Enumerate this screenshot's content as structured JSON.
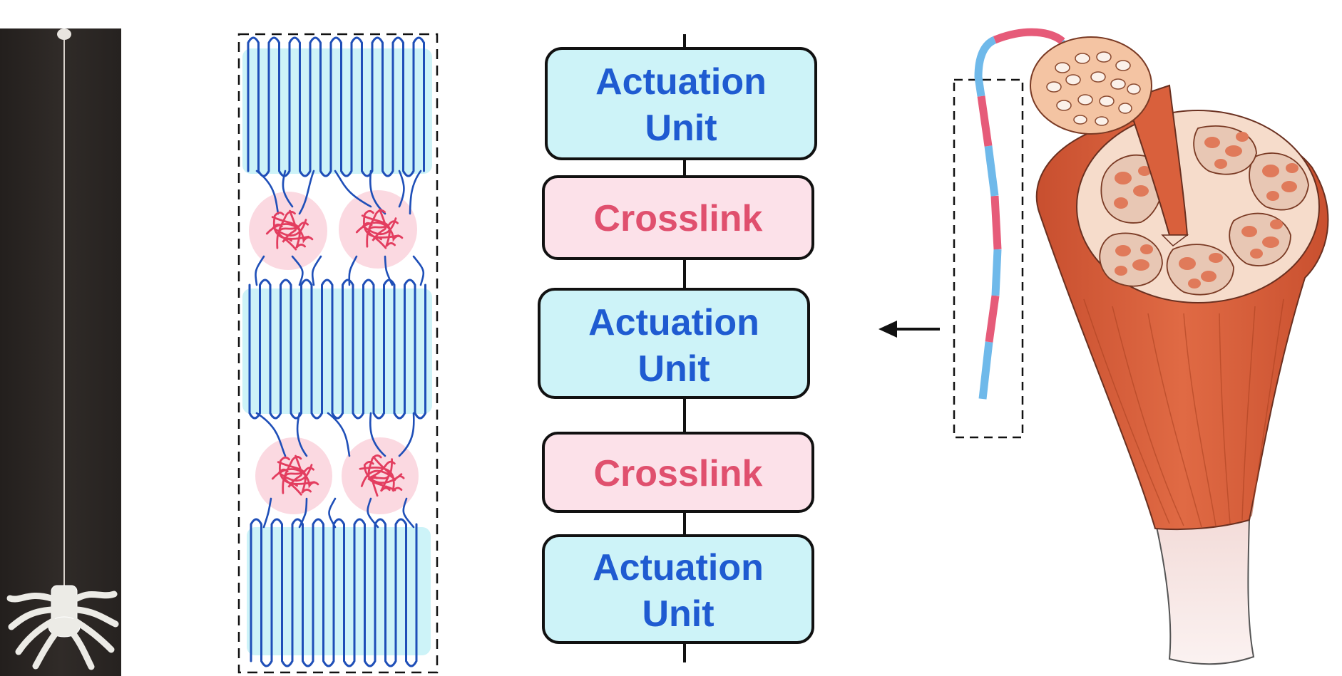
{
  "chain": {
    "units": [
      {
        "kind": "actuation",
        "line1": "Actuation",
        "line2": "Unit"
      },
      {
        "kind": "crosslink",
        "line1": "Crosslink"
      },
      {
        "kind": "actuation",
        "line1": "Actuation",
        "line2": "Unit"
      },
      {
        "kind": "crosslink",
        "line1": "Crosslink"
      },
      {
        "kind": "actuation",
        "line1": "Actuation",
        "line2": "Unit"
      }
    ]
  },
  "colors": {
    "actuation_fill": "#cdf3f8",
    "actuation_text": "#1f5bd1",
    "crosslink_fill": "#fce1e9",
    "crosslink_text": "#e0506e",
    "fiber_blue": "#6fb9ea",
    "fiber_red": "#e65b79",
    "strand_blue": "#1f4fb8",
    "strand_red": "#e33d5f",
    "muscle_orange": "#d9603c",
    "photo_bg": "#2b2725"
  },
  "icons": [
    "left-arrow-icon",
    "spider-robot-icon",
    "muscle-bundle-icon"
  ]
}
